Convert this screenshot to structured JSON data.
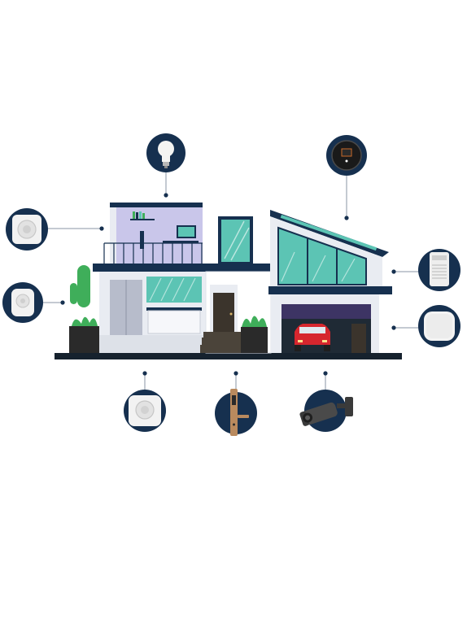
{
  "diagram": {
    "subject": "smart-home",
    "colors": {
      "navy": "#16304f",
      "teal": "#5cc4b4",
      "lavender": "#c9c6ea",
      "wall": "#e9ecf2",
      "ground": "#16222e",
      "plant": "#3fae5a",
      "car": "#d6262e",
      "connector": "#8894a4"
    },
    "devices": [
      {
        "id": "bulb",
        "icon": "smart-bulb-icon"
      },
      {
        "id": "thermostat",
        "icon": "thermostat-icon"
      },
      {
        "id": "smoke-detector",
        "icon": "smoke-detector-icon"
      },
      {
        "id": "air-purifier",
        "icon": "air-purifier-icon"
      },
      {
        "id": "motion-sensor",
        "icon": "motion-sensor-icon"
      },
      {
        "id": "hub-sensor",
        "icon": "hub-sensor-icon"
      },
      {
        "id": "home-hub",
        "icon": "home-hub-icon"
      },
      {
        "id": "smart-lock",
        "icon": "smart-lock-icon"
      },
      {
        "id": "security-camera",
        "icon": "security-camera-icon"
      }
    ]
  }
}
